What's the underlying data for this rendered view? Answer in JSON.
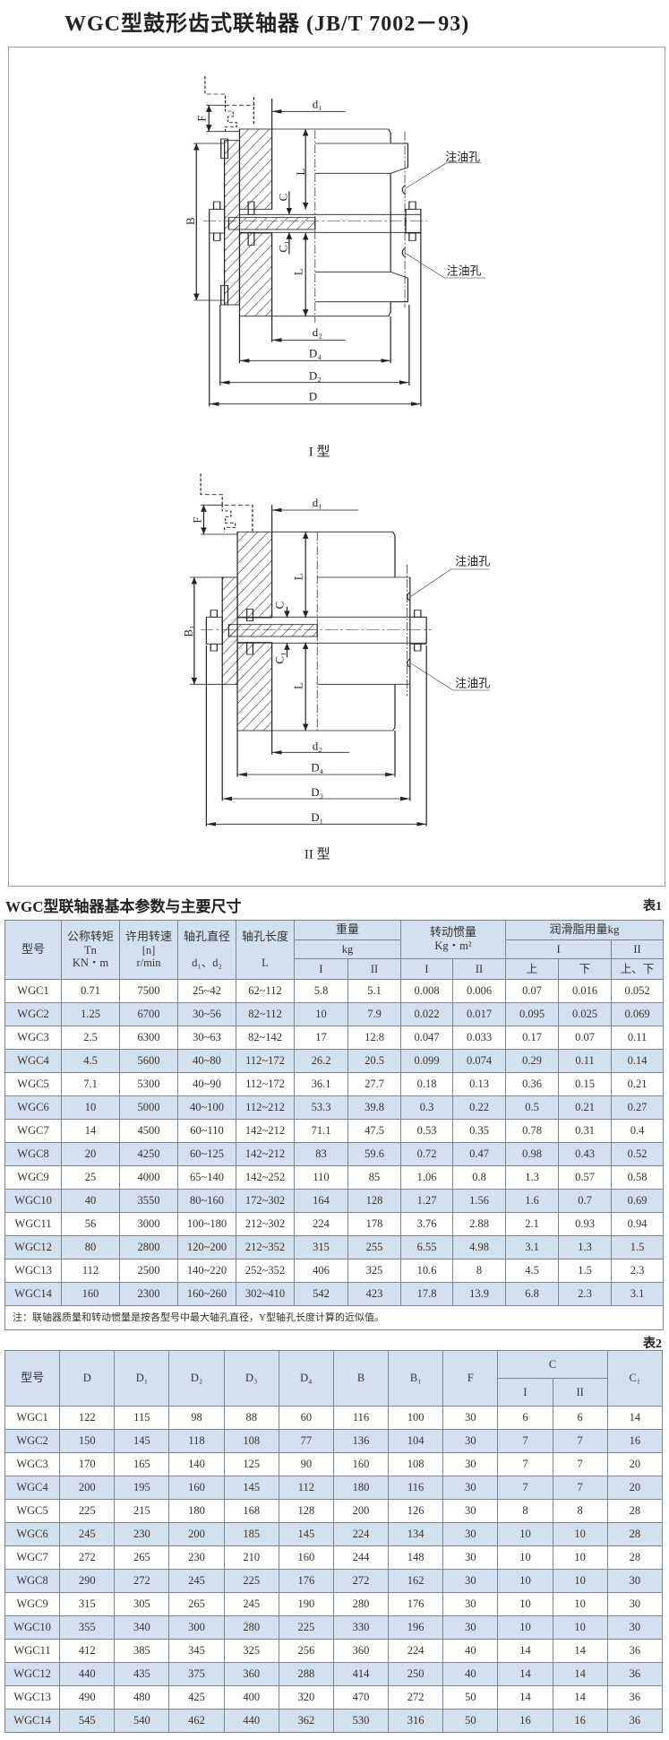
{
  "title": "WGC型鼓形齿式联轴器 (JB/T 7002－93)",
  "diagram": {
    "type1_caption": "I 型",
    "type2_caption": "II 型",
    "labels": {
      "d1": "d₁",
      "d2": "d₂",
      "L": "L",
      "C": "C",
      "C1": "C₁",
      "B": "B",
      "B1": "B₁",
      "F": "F",
      "D": "D",
      "D1": "D₁",
      "D2": "D₂",
      "D3": "D₃",
      "D4": "D₄",
      "oil_hole": "注油孔"
    }
  },
  "table1": {
    "title": "WGC型联轴器基本参数与主要尺寸",
    "number": "表1",
    "headers": {
      "model": "型号",
      "torque": "公称转矩",
      "torque_sym": "Tn",
      "torque_unit": "KN・m",
      "speed": "许用转速",
      "speed_sym": "[n]",
      "speed_unit": "r/min",
      "bore": "轴孔直径",
      "bore_sym": "d₁、d₂",
      "length": "轴孔长度",
      "length_sym": "L",
      "weight": "重量",
      "weight_unit": "kg",
      "inertia": "转动惯量",
      "inertia_unit": "Kg・m²",
      "grease": "润滑脂用量kg",
      "type1": "I",
      "type2": "II",
      "upper": "上",
      "lower": "下",
      "upper_lower": "上、下"
    },
    "rows": [
      [
        "WGC1",
        "0.71",
        "7500",
        "25~42",
        "62~112",
        "5.8",
        "5.1",
        "0.008",
        "0.006",
        "0.07",
        "0.016",
        "0.052"
      ],
      [
        "WGC2",
        "1.25",
        "6700",
        "30~56",
        "82~112",
        "10",
        "7.9",
        "0.022",
        "0.017",
        "0.095",
        "0.025",
        "0.069"
      ],
      [
        "WGC3",
        "2.5",
        "6300",
        "30~63",
        "82~142",
        "17",
        "12.8",
        "0.047",
        "0.033",
        "0.17",
        "0.07",
        "0.11"
      ],
      [
        "WGC4",
        "4.5",
        "5600",
        "40~80",
        "112~172",
        "26.2",
        "20.5",
        "0.099",
        "0.074",
        "0.29",
        "0.11",
        "0.14"
      ],
      [
        "WGC5",
        "7.1",
        "5300",
        "40~90",
        "112~172",
        "36.1",
        "27.7",
        "0.18",
        "0.13",
        "0.36",
        "0.15",
        "0.21"
      ],
      [
        "WGC6",
        "10",
        "5000",
        "40~100",
        "112~212",
        "53.3",
        "39.8",
        "0.3",
        "0.22",
        "0.5",
        "0.21",
        "0.27"
      ],
      [
        "WGC7",
        "14",
        "4500",
        "60~110",
        "142~212",
        "71.1",
        "47.5",
        "0.53",
        "0.35",
        "0.78",
        "0.31",
        "0.4"
      ],
      [
        "WGC8",
        "20",
        "4250",
        "60~125",
        "142~212",
        "83",
        "59.6",
        "0.72",
        "0.47",
        "0.98",
        "0.43",
        "0.52"
      ],
      [
        "WGC9",
        "25",
        "4000",
        "65~140",
        "142~252",
        "110",
        "85",
        "1.06",
        "0.8",
        "1.3",
        "0.57",
        "0.58"
      ],
      [
        "WGC10",
        "40",
        "3550",
        "80~160",
        "172~302",
        "164",
        "128",
        "1.27",
        "1.56",
        "1.6",
        "0.7",
        "0.69"
      ],
      [
        "WGC11",
        "56",
        "3000",
        "100~180",
        "212~302",
        "224",
        "178",
        "3.76",
        "2.88",
        "2.1",
        "0.93",
        "0.94"
      ],
      [
        "WGC12",
        "80",
        "2800",
        "120~200",
        "212~352",
        "315",
        "255",
        "6.55",
        "4.98",
        "3.1",
        "1.3",
        "1.5"
      ],
      [
        "WGC13",
        "112",
        "2500",
        "140~220",
        "252~352",
        "406",
        "325",
        "10.6",
        "8",
        "4.5",
        "1.5",
        "2.3"
      ],
      [
        "WGC14",
        "160",
        "2300",
        "160~260",
        "302~410",
        "542",
        "423",
        "17.8",
        "13.9",
        "6.8",
        "2.3",
        "3.1"
      ]
    ],
    "note": "注：联轴器质量和转动惯量是按各型号中最大轴孔直径，Y型轴孔长度计算的近似值。"
  },
  "table2": {
    "number": "表2",
    "headers": {
      "model": "型号",
      "D": "D",
      "D1": "D₁",
      "D2": "D₂",
      "D3": "D₃",
      "D4": "D₄",
      "B": "B",
      "B1": "B₁",
      "F": "F",
      "C": "C",
      "C_I": "I",
      "C_II": "II",
      "C1": "C₁"
    },
    "rows": [
      [
        "WGC1",
        "122",
        "115",
        "98",
        "88",
        "60",
        "116",
        "100",
        "30",
        "6",
        "6",
        "14"
      ],
      [
        "WGC2",
        "150",
        "145",
        "118",
        "108",
        "77",
        "136",
        "104",
        "30",
        "7",
        "7",
        "16"
      ],
      [
        "WGC3",
        "170",
        "165",
        "140",
        "125",
        "90",
        "160",
        "108",
        "30",
        "7",
        "7",
        "20"
      ],
      [
        "WGC4",
        "200",
        "195",
        "160",
        "145",
        "112",
        "180",
        "116",
        "30",
        "7",
        "7",
        "20"
      ],
      [
        "WGC5",
        "225",
        "215",
        "180",
        "168",
        "128",
        "200",
        "126",
        "30",
        "8",
        "8",
        "28"
      ],
      [
        "WGC6",
        "245",
        "230",
        "200",
        "185",
        "145",
        "224",
        "134",
        "30",
        "10",
        "10",
        "28"
      ],
      [
        "WGC7",
        "272",
        "265",
        "230",
        "210",
        "160",
        "244",
        "148",
        "30",
        "10",
        "10",
        "28"
      ],
      [
        "WGC8",
        "290",
        "272",
        "245",
        "225",
        "176",
        "272",
        "162",
        "30",
        "10",
        "10",
        "30"
      ],
      [
        "WGC9",
        "315",
        "305",
        "265",
        "245",
        "190",
        "280",
        "176",
        "30",
        "10",
        "10",
        "30"
      ],
      [
        "WGC10",
        "355",
        "340",
        "300",
        "280",
        "225",
        "330",
        "196",
        "30",
        "10",
        "10",
        "30"
      ],
      [
        "WGC11",
        "412",
        "385",
        "345",
        "325",
        "256",
        "360",
        "224",
        "40",
        "14",
        "14",
        "36"
      ],
      [
        "WGC12",
        "440",
        "435",
        "375",
        "360",
        "288",
        "414",
        "250",
        "40",
        "14",
        "14",
        "36"
      ],
      [
        "WGC13",
        "490",
        "480",
        "425",
        "400",
        "320",
        "470",
        "272",
        "50",
        "14",
        "14",
        "36"
      ],
      [
        "WGC14",
        "545",
        "540",
        "462",
        "440",
        "362",
        "530",
        "316",
        "50",
        "16",
        "16",
        "36"
      ]
    ]
  }
}
